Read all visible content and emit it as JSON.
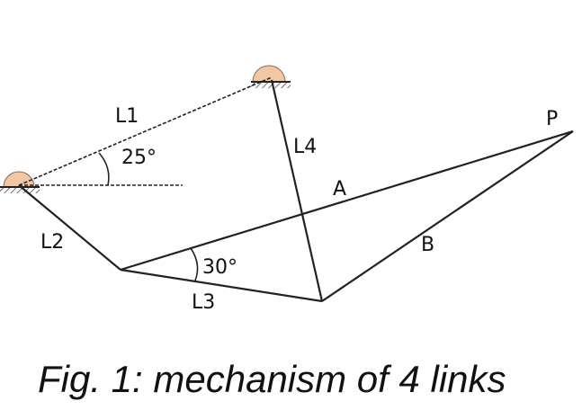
{
  "labels": {
    "l1": "L1",
    "l2": "L2",
    "l3": "L3",
    "l4": "L4",
    "angle_top": "25°",
    "angle_bottom": "30°",
    "point_a": "A",
    "point_b": "B",
    "point_p": "P"
  },
  "caption": "Fig. 1: mechanism of 4 links",
  "colors": {
    "ground_support": "#f2c7a4",
    "line": "#222222"
  }
}
